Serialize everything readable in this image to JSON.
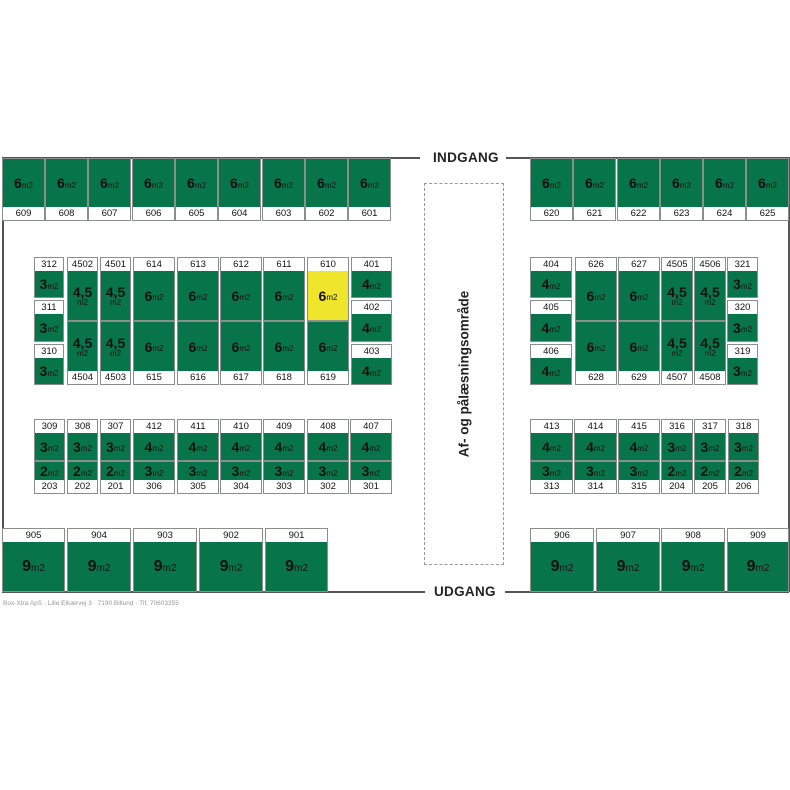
{
  "signs": {
    "entrance": "INDGANG",
    "exit": "UDGANG",
    "loading_area": "Af- og pålæsningsområde"
  },
  "footer": "Box-Xtra ApS · Lille Elkærvej 3 · 7190 Billund · Tlf. 70603355",
  "colors": {
    "available": "#08744a",
    "reserved": "#efe52a"
  },
  "units": [
    {
      "number": "609",
      "size": "6",
      "unit": "m2"
    },
    {
      "number": "608",
      "size": "6",
      "unit": "m2"
    },
    {
      "number": "607",
      "size": "6",
      "unit": "m2"
    },
    {
      "number": "606",
      "size": "6",
      "unit": "m2"
    },
    {
      "number": "605",
      "size": "6",
      "unit": "m2"
    },
    {
      "number": "604",
      "size": "6",
      "unit": "m2"
    },
    {
      "number": "603",
      "size": "6",
      "unit": "m2"
    },
    {
      "number": "602",
      "size": "6",
      "unit": "m2"
    },
    {
      "number": "601",
      "size": "6",
      "unit": "m2"
    },
    {
      "number": "620",
      "size": "6",
      "unit": "m2"
    },
    {
      "number": "621",
      "size": "6",
      "unit": "m2"
    },
    {
      "number": "622",
      "size": "6",
      "unit": "m2"
    },
    {
      "number": "623",
      "size": "6",
      "unit": "m2"
    },
    {
      "number": "624",
      "size": "6",
      "unit": "m2"
    },
    {
      "number": "625",
      "size": "6",
      "unit": "m2"
    },
    {
      "number": "312",
      "size": "3",
      "unit": "m2"
    },
    {
      "number": "311",
      "size": "3",
      "unit": "m2"
    },
    {
      "number": "310",
      "size": "3",
      "unit": "m2"
    },
    {
      "number": "4502",
      "size": "4,5",
      "unit": "m2"
    },
    {
      "number": "4501",
      "size": "4,5",
      "unit": "m2"
    },
    {
      "number": "614",
      "size": "6",
      "unit": "m2"
    },
    {
      "number": "613",
      "size": "6",
      "unit": "m2"
    },
    {
      "number": "612",
      "size": "6",
      "unit": "m2"
    },
    {
      "number": "611",
      "size": "6",
      "unit": "m2"
    },
    {
      "number": "610",
      "size": "6",
      "unit": "m2",
      "status": "reserved"
    },
    {
      "number": "4504",
      "size": "4,5",
      "unit": "m2"
    },
    {
      "number": "4503",
      "size": "4,5",
      "unit": "m2"
    },
    {
      "number": "615",
      "size": "6",
      "unit": "m2"
    },
    {
      "number": "616",
      "size": "6",
      "unit": "m2"
    },
    {
      "number": "617",
      "size": "6",
      "unit": "m2"
    },
    {
      "number": "618",
      "size": "6",
      "unit": "m2"
    },
    {
      "number": "619",
      "size": "6",
      "unit": "m2"
    },
    {
      "number": "401",
      "size": "4",
      "unit": "m2"
    },
    {
      "number": "402",
      "size": "4",
      "unit": "m2"
    },
    {
      "number": "403",
      "size": "4",
      "unit": "m2"
    },
    {
      "number": "404",
      "size": "4",
      "unit": "m2"
    },
    {
      "number": "405",
      "size": "4",
      "unit": "m2"
    },
    {
      "number": "406",
      "size": "4",
      "unit": "m2"
    },
    {
      "number": "626",
      "size": "6",
      "unit": "m2"
    },
    {
      "number": "627",
      "size": "6",
      "unit": "m2"
    },
    {
      "number": "4505",
      "size": "4,5",
      "unit": "m2"
    },
    {
      "number": "4506",
      "size": "4,5",
      "unit": "m2"
    },
    {
      "number": "628",
      "size": "6",
      "unit": "m2"
    },
    {
      "number": "629",
      "size": "6",
      "unit": "m2"
    },
    {
      "number": "4507",
      "size": "4,5",
      "unit": "m2"
    },
    {
      "number": "4508",
      "size": "4,5",
      "unit": "m2"
    },
    {
      "number": "321",
      "size": "3",
      "unit": "m2"
    },
    {
      "number": "320",
      "size": "3",
      "unit": "m2"
    },
    {
      "number": "319",
      "size": "3",
      "unit": "m2"
    },
    {
      "number": "309",
      "size": "3",
      "unit": "m2"
    },
    {
      "number": "308",
      "size": "3",
      "unit": "m2"
    },
    {
      "number": "307",
      "size": "3",
      "unit": "m2"
    },
    {
      "number": "412",
      "size": "4",
      "unit": "m2"
    },
    {
      "number": "411",
      "size": "4",
      "unit": "m2"
    },
    {
      "number": "410",
      "size": "4",
      "unit": "m2"
    },
    {
      "number": "409",
      "size": "4",
      "unit": "m2"
    },
    {
      "number": "408",
      "size": "4",
      "unit": "m2"
    },
    {
      "number": "407",
      "size": "4",
      "unit": "m2"
    },
    {
      "number": "203",
      "size": "2",
      "unit": "m2"
    },
    {
      "number": "202",
      "size": "2",
      "unit": "m2"
    },
    {
      "number": "201",
      "size": "2",
      "unit": "m2"
    },
    {
      "number": "306",
      "size": "3",
      "unit": "m2"
    },
    {
      "number": "305",
      "size": "3",
      "unit": "m2"
    },
    {
      "number": "304",
      "size": "3",
      "unit": "m2"
    },
    {
      "number": "303",
      "size": "3",
      "unit": "m2"
    },
    {
      "number": "302",
      "size": "3",
      "unit": "m2"
    },
    {
      "number": "301",
      "size": "3",
      "unit": "m2"
    },
    {
      "number": "413",
      "size": "4",
      "unit": "m2"
    },
    {
      "number": "414",
      "size": "4",
      "unit": "m2"
    },
    {
      "number": "415",
      "size": "4",
      "unit": "m2"
    },
    {
      "number": "316",
      "size": "3",
      "unit": "m2"
    },
    {
      "number": "317",
      "size": "3",
      "unit": "m2"
    },
    {
      "number": "318",
      "size": "3",
      "unit": "m2"
    },
    {
      "number": "313",
      "size": "3",
      "unit": "m2"
    },
    {
      "number": "314",
      "size": "3",
      "unit": "m2"
    },
    {
      "number": "315",
      "size": "3",
      "unit": "m2"
    },
    {
      "number": "204",
      "size": "2",
      "unit": "m2"
    },
    {
      "number": "205",
      "size": "2",
      "unit": "m2"
    },
    {
      "number": "206",
      "size": "2",
      "unit": "m2"
    },
    {
      "number": "905",
      "size": "9",
      "unit": "m2"
    },
    {
      "number": "904",
      "size": "9",
      "unit": "m2"
    },
    {
      "number": "903",
      "size": "9",
      "unit": "m2"
    },
    {
      "number": "902",
      "size": "9",
      "unit": "m2"
    },
    {
      "number": "901",
      "size": "9",
      "unit": "m2"
    },
    {
      "number": "906",
      "size": "9",
      "unit": "m2"
    },
    {
      "number": "907",
      "size": "9",
      "unit": "m2"
    },
    {
      "number": "908",
      "size": "9",
      "unit": "m2"
    },
    {
      "number": "909",
      "size": "9",
      "unit": "m2"
    }
  ]
}
